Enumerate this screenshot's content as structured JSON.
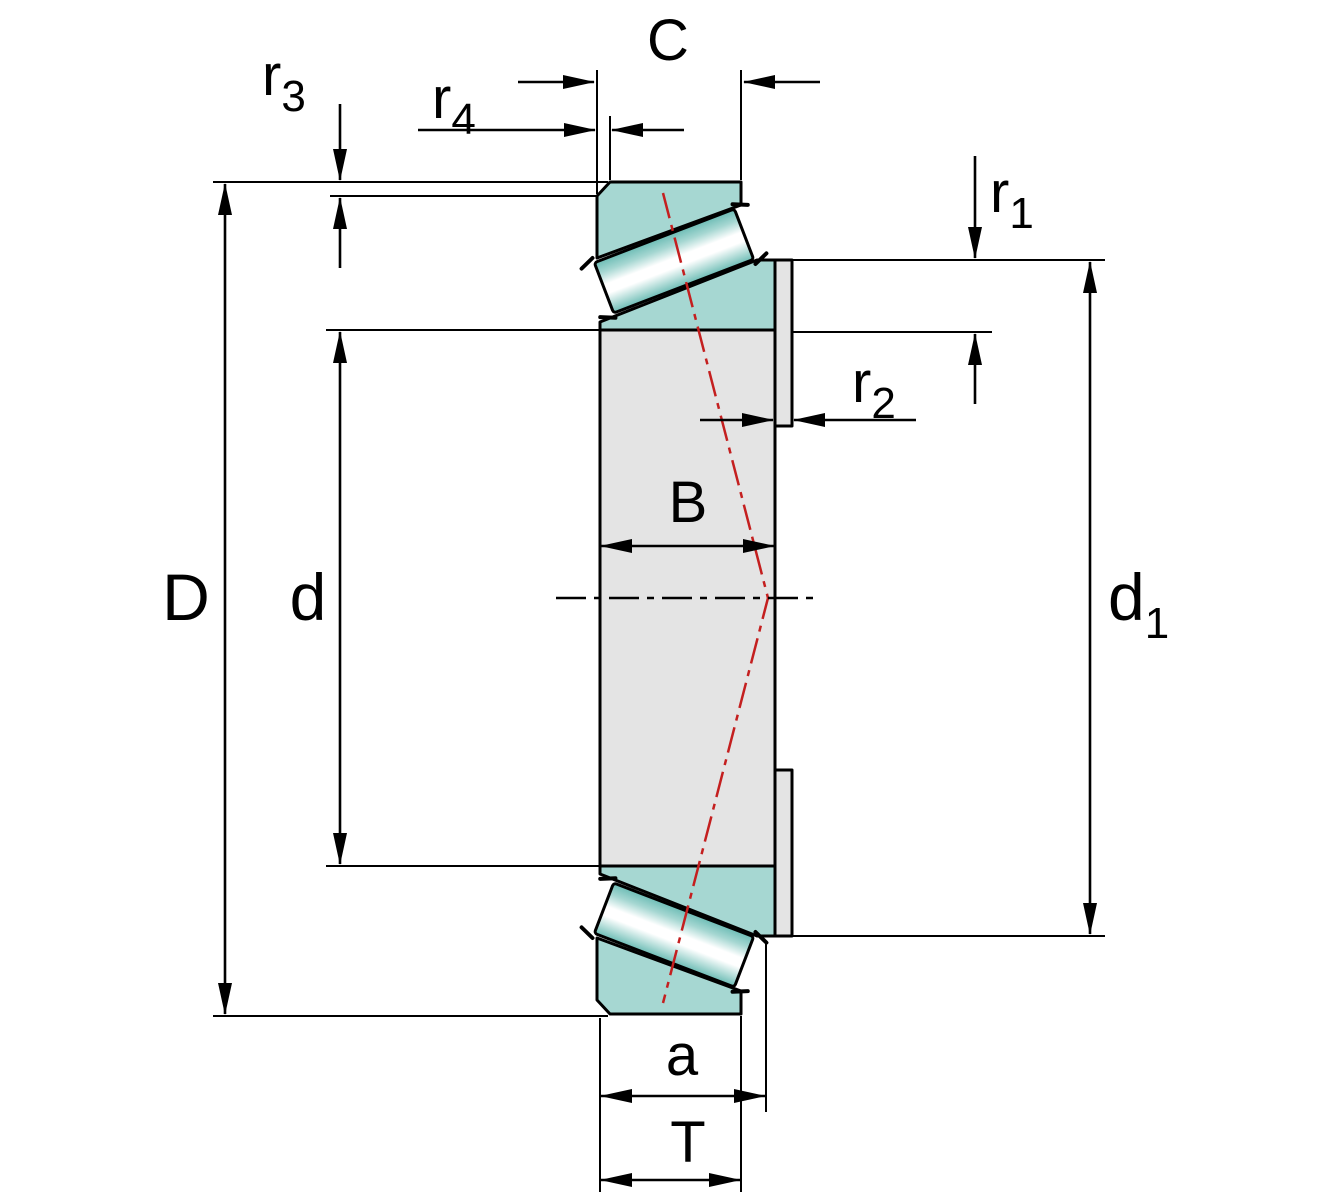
{
  "diagram": {
    "kind": "tapered-roller-bearing-cross-section",
    "labels": {
      "D": {
        "base": "D",
        "sub": ""
      },
      "d": {
        "base": "d",
        "sub": ""
      },
      "d1": {
        "base": "d",
        "sub": "1"
      },
      "B": {
        "base": "B",
        "sub": ""
      },
      "C": {
        "base": "C",
        "sub": ""
      },
      "T": {
        "base": "T",
        "sub": ""
      },
      "a": {
        "base": "a",
        "sub": ""
      },
      "r1": {
        "base": "r",
        "sub": "1"
      },
      "r2": {
        "base": "r",
        "sub": "2"
      },
      "r3": {
        "base": "r",
        "sub": "3"
      },
      "r4": {
        "base": "r",
        "sub": "4"
      }
    },
    "colors": {
      "ring_fill": "#a6d7d2",
      "ring_fill_dark": "#6cbcb5",
      "body_fill": "#e4e4e4",
      "roller_highlight": "#ffffff",
      "pressure_line": "#c41f1f",
      "outline": "#000000"
    }
  }
}
